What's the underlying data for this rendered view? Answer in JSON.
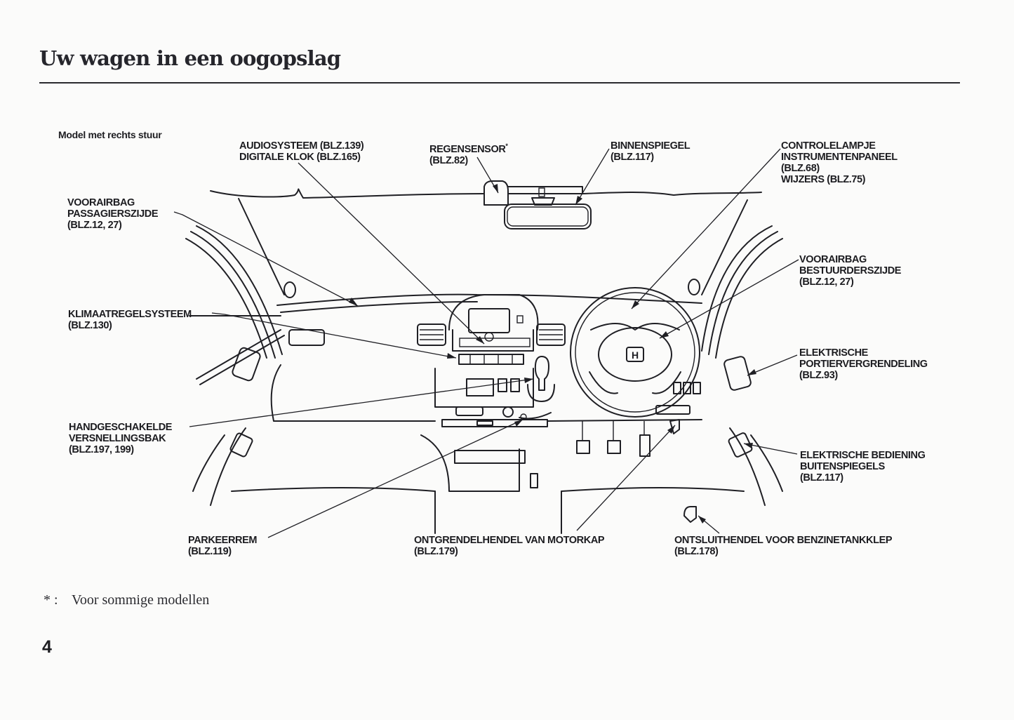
{
  "header": {
    "title": "Uw wagen in een oogopslag"
  },
  "figure": {
    "model_label": "Model met rechts stuur",
    "callouts": {
      "audio": {
        "line1": "AUDIOSYSTEEM (BLZ.139)",
        "line2": "DIGITALE KLOK (BLZ.165)"
      },
      "rain_sensor": {
        "line1": "REGENSENSOR",
        "asterisk": "*",
        "line2": "(BLZ.82)"
      },
      "mirror": {
        "line1": "BINNENSPIEGEL",
        "line2": "(BLZ.117)"
      },
      "indicators": {
        "line1": "CONTROLELAMPJE",
        "line2": "INSTRUMENTENPANEEL",
        "line3": "(BLZ.68)",
        "line4": "WIJZERS (BLZ.75)"
      },
      "passenger_airbag": {
        "line1": "VOORAIRBAG",
        "line2": "PASSAGIERSZIJDE",
        "line3": "(BLZ.12, 27)"
      },
      "driver_airbag": {
        "line1": "VOORAIRBAG",
        "line2": "BESTUURDERSZIJDE",
        "line3": "(BLZ.12, 27)"
      },
      "climate": {
        "line1": "KLIMAATREGELSYSTEEM",
        "line2": "(BLZ.130)"
      },
      "door_lock": {
        "line1": "ELEKTRISCHE",
        "line2": "PORTIERVERGRENDELING",
        "line3": "(BLZ.93)"
      },
      "gearbox": {
        "line1": "HANDGESCHAKELDE",
        "line2": "VERSNELLINGSBAK",
        "line3": "(BLZ.197, 199)"
      },
      "mirror_control": {
        "line1": "ELEKTRISCHE BEDIENING",
        "line2": "BUITENSPIEGELS",
        "line3": "(BLZ.117)"
      },
      "parking_brake": {
        "line1": "PARKEERREM",
        "line2": "(BLZ.119)"
      },
      "hood_release": {
        "line1": "ONTGRENDELHENDEL VAN MOTORKAP",
        "line2": "(BLZ.179)"
      },
      "fuel_door": {
        "line1": "ONTSLUITHENDEL VOOR BENZINETANKKLEP",
        "line2": "(BLZ.178)"
      }
    }
  },
  "footnote": {
    "marker": "* :",
    "text": "Voor sommige modellen"
  },
  "page_number": "4"
}
